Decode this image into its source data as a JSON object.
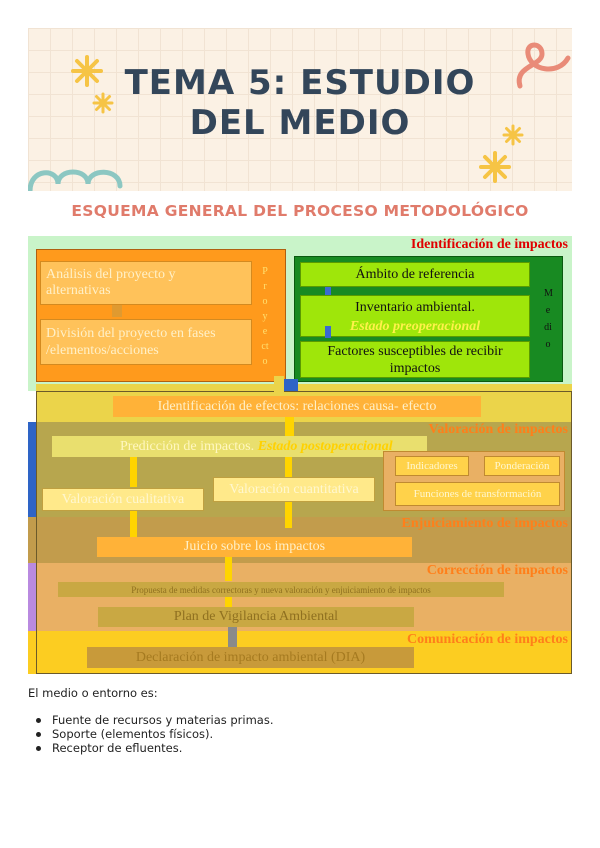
{
  "header": {
    "title_line1": "TEMA 5: ESTUDIO",
    "title_line2": "DEL MEDIO",
    "subtitle": "ESQUEMA GENERAL DEL PROCESO METODOLÓGICO"
  },
  "diagram": {
    "sections": {
      "identificacion": "Identificación de impactos",
      "valoracion": "Valoración de impactos",
      "enjuiciamiento": "Enjuiciamiento de impactos",
      "correccion": "Corrección de impactos",
      "comunicacion": "Comunicación de impactos"
    },
    "proyecto": {
      "box1": "Análisis del proyecto y alternativas",
      "box2": "División del proyecto en fases /elementos/acciones",
      "vertical": "Proyecto"
    },
    "medio": {
      "box1": "Ámbito de referencia",
      "box2": "Inventario ambiental.",
      "box2_sub": "Estado preoperacional",
      "box3": "Factores susceptibles de recibir impactos",
      "vertical": "Medio"
    },
    "identificacion_efectos": "Identificación de efectos: relaciones causa- efecto",
    "prediccion": "Predicción de impactos.",
    "estado_post": "Estado postoperacional",
    "indicadores": "Indicadores",
    "ponderacion": "Ponderación",
    "funciones": "Funciones de transformación",
    "val_cualitativa": "Valoración cualitativa",
    "val_cuantitativa": "Valoración cuantitativa",
    "juicio": "Juicio sobre los impactos",
    "propuesta": "Propuesta de medidas correctoras y nueva valoración y enjuiciamiento de impactos",
    "plan": "Plan de Vigilancia Ambiental",
    "declaracion": "Declaración de impacto ambiental (DIA)"
  },
  "body": {
    "intro": "El medio o entorno es:",
    "items": [
      "Fuente de recursos y materias primas.",
      "Soporte (elementos físicos).",
      "Receptor de efluentes."
    ]
  },
  "colors": {
    "title": "#33465a",
    "subtitle": "#e07b6b",
    "identificacion_label": "#e00000",
    "other_labels": "#ff7f1a"
  }
}
